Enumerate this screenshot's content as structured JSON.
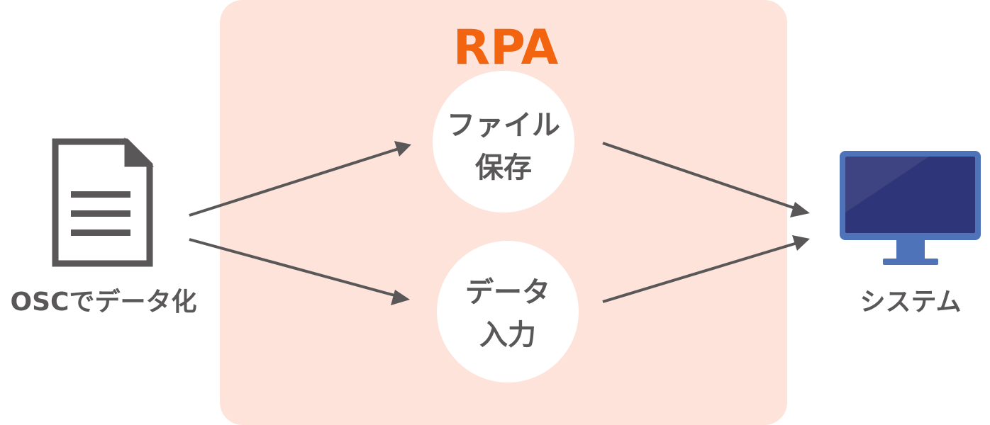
{
  "rpa_panel": {
    "title": "RPA",
    "background_color": "#fde3d9",
    "title_color": "#f2640f"
  },
  "source": {
    "label": "OSCでデータ化",
    "icon": "document-icon"
  },
  "steps": [
    {
      "line1": "ファイル",
      "line2": "保存"
    },
    {
      "line1": "データ",
      "line2": "入力"
    }
  ],
  "target": {
    "label": "システム",
    "icon": "monitor-icon"
  },
  "colors": {
    "text": "#595757",
    "arrow": "#595757",
    "circle": "#ffffff",
    "monitor_bezel": "#4e73b9",
    "monitor_screen": "#2e3578"
  }
}
